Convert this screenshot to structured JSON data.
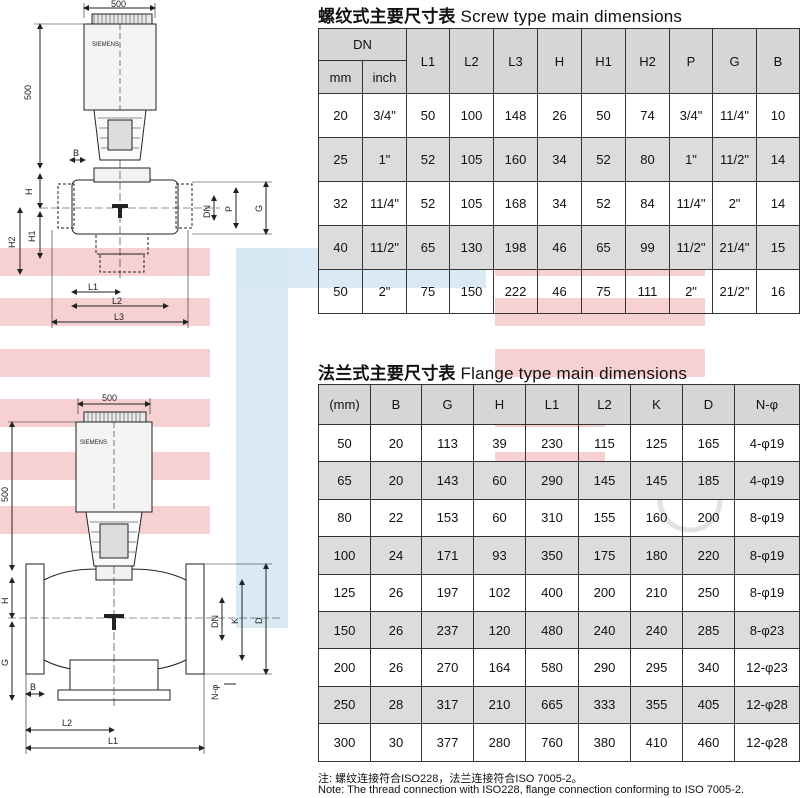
{
  "screw": {
    "title_zh": "螺纹式主要尺寸表",
    "title_en": "Screw type main dimensions",
    "header_dn": "DN",
    "header_mm": "mm",
    "header_inch": "inch",
    "cols": [
      "L1",
      "L2",
      "L3",
      "H",
      "H1",
      "H2",
      "P",
      "G",
      "B"
    ],
    "rows": [
      [
        "20",
        "3/4\"",
        "50",
        "100",
        "148",
        "26",
        "50",
        "74",
        "3/4\"",
        "11/4\"",
        "10"
      ],
      [
        "25",
        "1\"",
        "52",
        "105",
        "160",
        "34",
        "52",
        "80",
        "1\"",
        "11/2\"",
        "14"
      ],
      [
        "32",
        "11/4\"",
        "52",
        "105",
        "168",
        "34",
        "52",
        "84",
        "11/4\"",
        "2\"",
        "14"
      ],
      [
        "40",
        "11/2\"",
        "65",
        "130",
        "198",
        "46",
        "65",
        "99",
        "11/2\"",
        "21/4\"",
        "15"
      ],
      [
        "50",
        "2\"",
        "75",
        "150",
        "222",
        "46",
        "75",
        "111",
        "2\"",
        "21/2\"",
        "16"
      ]
    ]
  },
  "flange": {
    "title_zh": "法兰式主要尺寸表",
    "title_en": "Flange type main dimensions",
    "header_dn1": "DN",
    "header_dn2": "(mm)",
    "cols": [
      "B",
      "G",
      "H",
      "L1",
      "L2",
      "K",
      "D",
      "N-φ"
    ],
    "rows": [
      [
        "50",
        "20",
        "113",
        "39",
        "230",
        "115",
        "125",
        "165",
        "4-φ19"
      ],
      [
        "65",
        "20",
        "143",
        "60",
        "290",
        "145",
        "145",
        "185",
        "4-φ19"
      ],
      [
        "80",
        "22",
        "153",
        "60",
        "310",
        "155",
        "160",
        "200",
        "8-φ19"
      ],
      [
        "100",
        "24",
        "171",
        "93",
        "350",
        "175",
        "180",
        "220",
        "8-φ19"
      ],
      [
        "125",
        "26",
        "197",
        "102",
        "400",
        "200",
        "210",
        "250",
        "8-φ19"
      ],
      [
        "150",
        "26",
        "237",
        "120",
        "480",
        "240",
        "240",
        "285",
        "8-φ23"
      ],
      [
        "200",
        "26",
        "270",
        "164",
        "580",
        "290",
        "295",
        "340",
        "12-φ23"
      ],
      [
        "250",
        "28",
        "317",
        "210",
        "665",
        "333",
        "355",
        "405",
        "12-φ28"
      ],
      [
        "300",
        "30",
        "377",
        "280",
        "760",
        "380",
        "410",
        "460",
        "12-φ28"
      ]
    ]
  },
  "notes": {
    "zh": "注:  螺纹连接符合ISO228，法兰连接符合ISO 7005-2。",
    "en": "Note: The thread connection with ISO228, flange connection conforming to ISO 7005-2."
  },
  "drawing_top": {
    "actuator_brand": "SIEMENS",
    "dim_width": "500",
    "dim_height": "500",
    "labels": {
      "B": "B",
      "H": "H",
      "H1": "H1",
      "H2": "H2",
      "DN": "DN",
      "P": "P",
      "G": "G",
      "L1": "L1",
      "L2": "L2",
      "L3": "L3"
    }
  },
  "drawing_bottom": {
    "actuator_brand": "SIEMENS",
    "dim_width": "500",
    "dim_height": "500",
    "labels": {
      "H": "H",
      "G": "G",
      "B": "B",
      "DN": "DN",
      "K": "K",
      "D": "D",
      "N_phi": "N-φ",
      "L1": "L1",
      "L2": "L2"
    }
  },
  "colors": {
    "watermark_red": "#f3c4c4",
    "watermark_blue": "#cfe3f1",
    "header_gray": "#d6d6d6"
  }
}
